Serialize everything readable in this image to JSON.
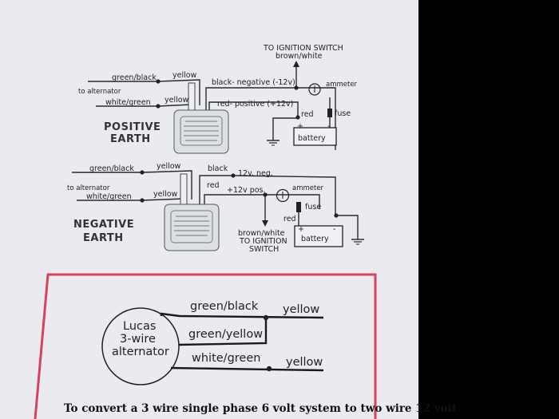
{
  "diagram_positive": {
    "title_line1": "POSITIVE",
    "title_line2": "EARTH",
    "to_ignition_line1": "TO IGNITION SWITCH",
    "to_ignition_line2": "brown/white",
    "green_black": "green/black",
    "yellow_top": "yellow",
    "to_alternator": "to alternator",
    "white_green": "white/green",
    "yellow_bottom": "yellow",
    "black_negative": "black- negative (-12v)",
    "red_positive": "red- positive (+12v)",
    "ammeter": "ammeter",
    "red": "red",
    "fuse": "fuse",
    "battery": "battery",
    "plus": "+",
    "minus": "-"
  },
  "diagram_negative": {
    "title_line1": "NEGATIVE",
    "title_line2": "EARTH",
    "green_black": "green/black",
    "yellow_top": "yellow",
    "to_alternator": "to alternator",
    "white_green": "white/green",
    "yellow_bottom": "yellow",
    "black": "black",
    "neg_12v": "12v. neg.",
    "red_top": "red",
    "pos_12v": "+12v pos.",
    "ammeter": "ammeter",
    "fuse": "fuse",
    "red": "red",
    "battery": "battery",
    "plus": "+",
    "minus": "-",
    "brown_white": "brown/white",
    "to_ignition": "TO IGNITION",
    "switch": "SWITCH"
  },
  "diagram_lucas": {
    "alt_line1": "Lucas",
    "alt_line2": "3-wire",
    "alt_line3": "alternator",
    "green_black": "green/black",
    "yellow_1": "yellow",
    "green_yellow": "green/yellow",
    "white_green": "white/green",
    "yellow_2": "yellow"
  },
  "caption": "To convert a 3 wire single phase 6 volt system to two wire 12 volt",
  "colors": {
    "page": "#e9ebef",
    "frame_red": "#d8435c",
    "ink": "#222222"
  }
}
